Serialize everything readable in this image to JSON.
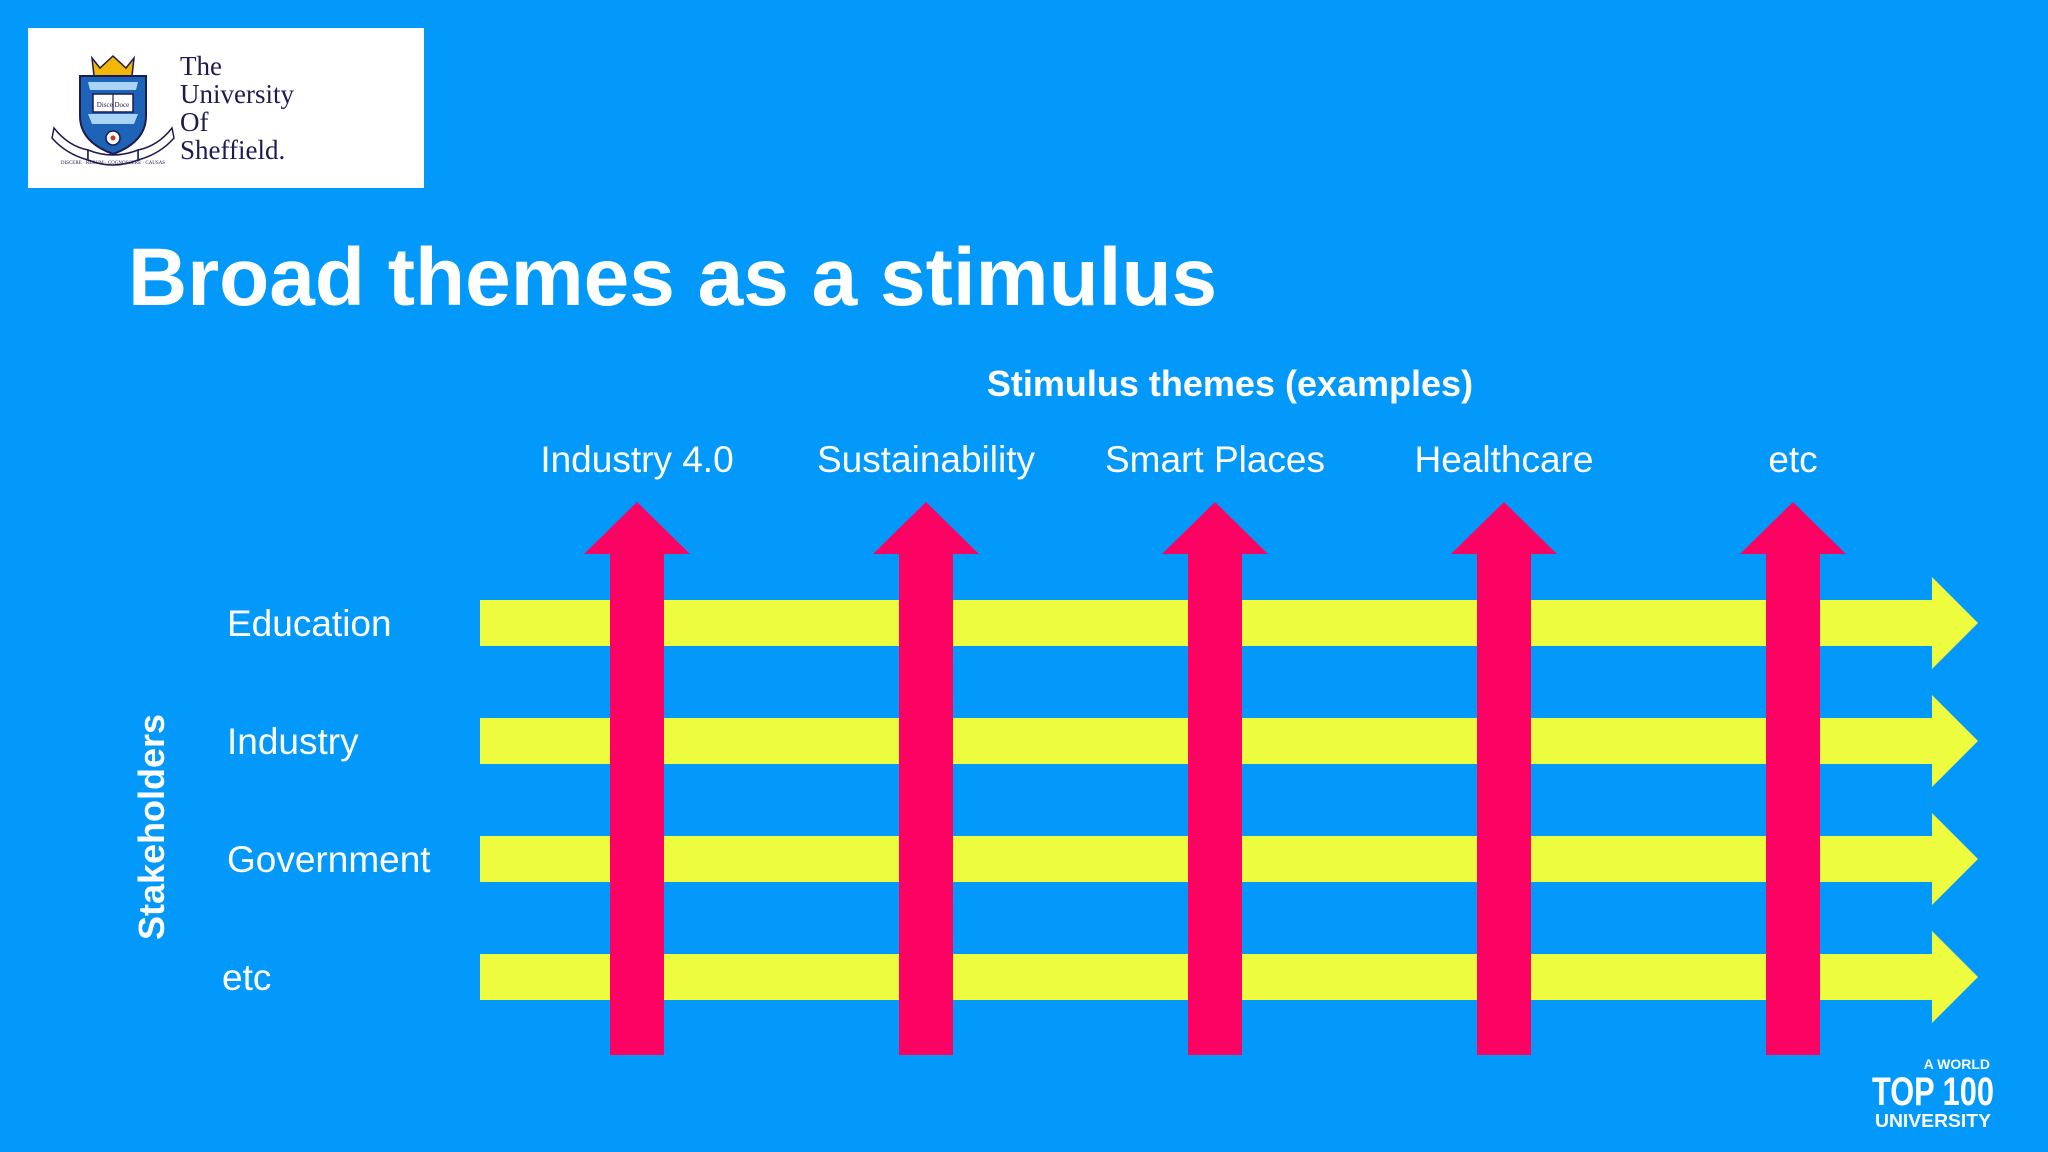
{
  "logo": {
    "lines": [
      "The",
      "University",
      "Of",
      "Sheffield."
    ],
    "crest_ribbon": "DISCERE · RERUM · COGNOSCERE · CAUSAS",
    "crest_book": "Disce Doce"
  },
  "slide": {
    "title": "Broad themes as a stimulus"
  },
  "diagram": {
    "header": "Stimulus themes (examples)",
    "vertical_label": "Stakeholders",
    "themes": [
      "Industry 4.0",
      "Sustainability",
      "Smart Places",
      "Healthcare",
      "etc"
    ],
    "stakeholders": [
      "Education",
      "Industry",
      "Government",
      "etc"
    ],
    "colors": {
      "background": "#0399fb",
      "stakeholder_arrow": "#eefc3f",
      "theme_arrow": "#fc0262",
      "text": "#ffffff"
    }
  },
  "badge": {
    "top": "A WORLD",
    "main": "TOP 100",
    "bottom": "UNIVERSITY"
  }
}
